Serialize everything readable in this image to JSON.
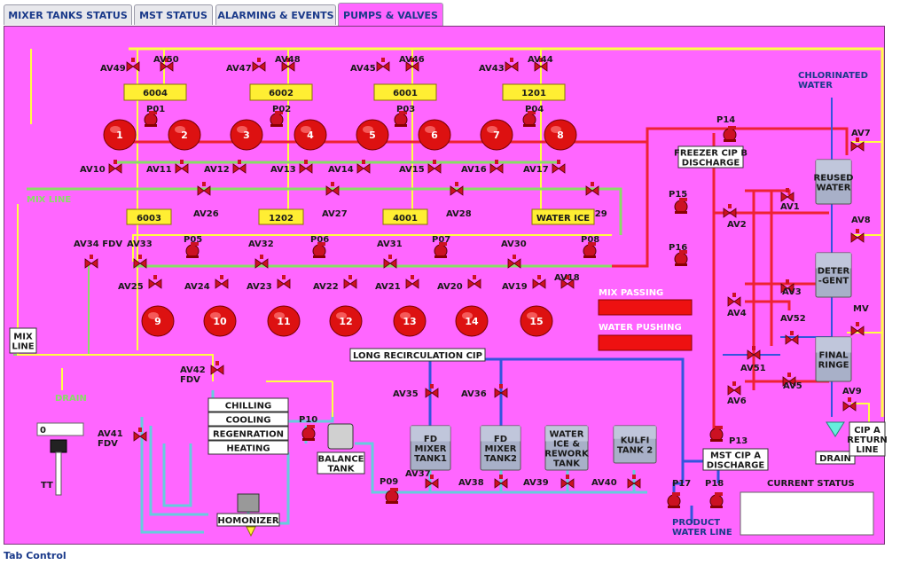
{
  "tabs": [
    {
      "label": "MIXER TANKS STATUS",
      "active": false
    },
    {
      "label": "MST STATUS",
      "active": false
    },
    {
      "label": "ALARMING & EVENTS",
      "active": false
    },
    {
      "label": "PUMPS & VALVES",
      "active": true
    }
  ],
  "footer": "Tab Control",
  "top_valves": [
    {
      "a": "AV49",
      "b": "AV50",
      "tank": "6004",
      "pump": "P01"
    },
    {
      "a": "AV47",
      "b": "AV48",
      "tank": "6002",
      "pump": "P02"
    },
    {
      "a": "AV45",
      "b": "AV46",
      "tank": "6001",
      "pump": "P03"
    },
    {
      "a": "AV43",
      "b": "AV44",
      "tank": "1201",
      "pump": "P04"
    }
  ],
  "upper_tanks": [
    "1",
    "2",
    "3",
    "4",
    "5",
    "6",
    "7",
    "8"
  ],
  "upper_tank_valves": [
    "AV10",
    "AV11",
    "AV12",
    "AV13",
    "AV14",
    "AV15",
    "AV16",
    "AV17"
  ],
  "mid_valves": [
    "AV26",
    "AV27",
    "AV28",
    "AV29"
  ],
  "mid_headers": [
    {
      "tank": "6003",
      "pump": "P05"
    },
    {
      "tank": "1202",
      "pump": "P06"
    },
    {
      "tank": "4001",
      "pump": "P07"
    },
    {
      "tank": "WATER ICE",
      "pump": "P08"
    }
  ],
  "lower_row_valves": [
    "AV34 FDV",
    "AV33",
    "AV32",
    "AV31",
    "AV30"
  ],
  "lower_tanks": [
    "9",
    "10",
    "11",
    "12",
    "13",
    "14",
    "15"
  ],
  "lower_tank_valves": [
    "AV25",
    "AV24",
    "AV23",
    "AV22",
    "AV21",
    "AV20",
    "AV19",
    "AV18"
  ],
  "mix_line_top": "MIX LINE",
  "mix_line": "MIX\nLINE",
  "drain_left": "DRAIN",
  "pumps_right": {
    "p14": "P14",
    "p15": "P15",
    "p16": "P16",
    "p13": "P13",
    "p17": "P17",
    "p18": "P18",
    "p10": "P10",
    "p09": "P09"
  },
  "freezer_cip": "FREEZER CIP B\nDISCHARGE",
  "mst_cip": "MST CIP A\nDISCHARGE",
  "chlorinated": "CHLORINATED\nWATER",
  "right_tanks": [
    {
      "label": "REUSED\nWATER"
    },
    {
      "label": "DETER\n-GENT"
    },
    {
      "label": "FINAL\nRINGE"
    }
  ],
  "right_valves": {
    "av7": "AV7",
    "av1": "AV1",
    "av2": "AV2",
    "av8": "AV8",
    "av3": "AV3",
    "av4": "AV4",
    "av52": "AV52",
    "mv": "MV",
    "av51": "AV51",
    "av5": "AV5",
    "av6": "AV6",
    "av9": "AV9"
  },
  "drain_right": "DRAIN",
  "cip_return": "CIP A\nRETURN\nLINE",
  "status_bars": {
    "mix_passing": "MIX PASSING",
    "water_pushing": "WATER PUSHING"
  },
  "long_recirc": "LONG RECIRCULATION CIP",
  "recirc_valves": {
    "av35": "AV35",
    "av36": "AV36",
    "av37": "AV37",
    "av38": "AV38",
    "av39": "AV39",
    "av40": "AV40"
  },
  "bottom_tanks": [
    "FD\nMIXER\nTANK1",
    "FD\nMIXER\nTANK2",
    "WATER\nICE &\nREWORK\nTANK",
    "KULFI\nTANK 2"
  ],
  "process_steps": [
    "CHILLING",
    "COOLING",
    "REGENRATION",
    "HEATING"
  ],
  "av42": "AV42\nFDV",
  "av41": "AV41\nFDV",
  "balance_tank": "BALANCE\nTANK",
  "homonizer": "HOMONIZER",
  "product_water": "PRODUCT\nWATER LINE",
  "current_status": "CURRENT STATUS",
  "tt_value": "0",
  "tt_label": "TT",
  "colors": {
    "panel": "#ff66ff",
    "yellow_pipe": "#ffff44",
    "green_pipe": "#88dd66",
    "red_pipe": "#ee2233",
    "blue_pipe": "#3355dd",
    "cyan_pipe": "#66ccdd",
    "valve": "#cc1122",
    "tank": "#dd1111",
    "label_bg": "#ffee33"
  }
}
